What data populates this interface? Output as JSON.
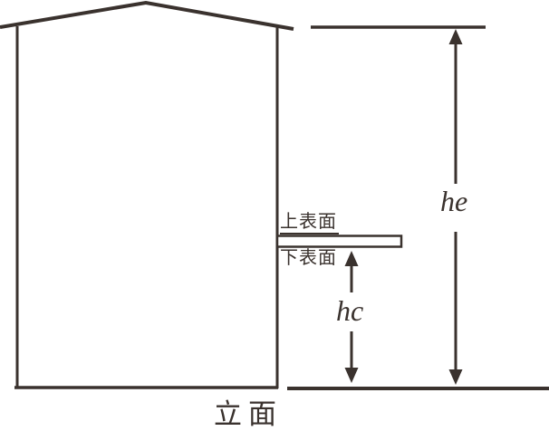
{
  "diagram": {
    "caption": "立面",
    "labels": {
      "top_surface": "上表面",
      "bottom_surface": "下表面",
      "eave_height": "he",
      "canopy_height": "hc"
    },
    "colors": {
      "stroke": "#3a322e",
      "background": "#ffffff"
    }
  }
}
